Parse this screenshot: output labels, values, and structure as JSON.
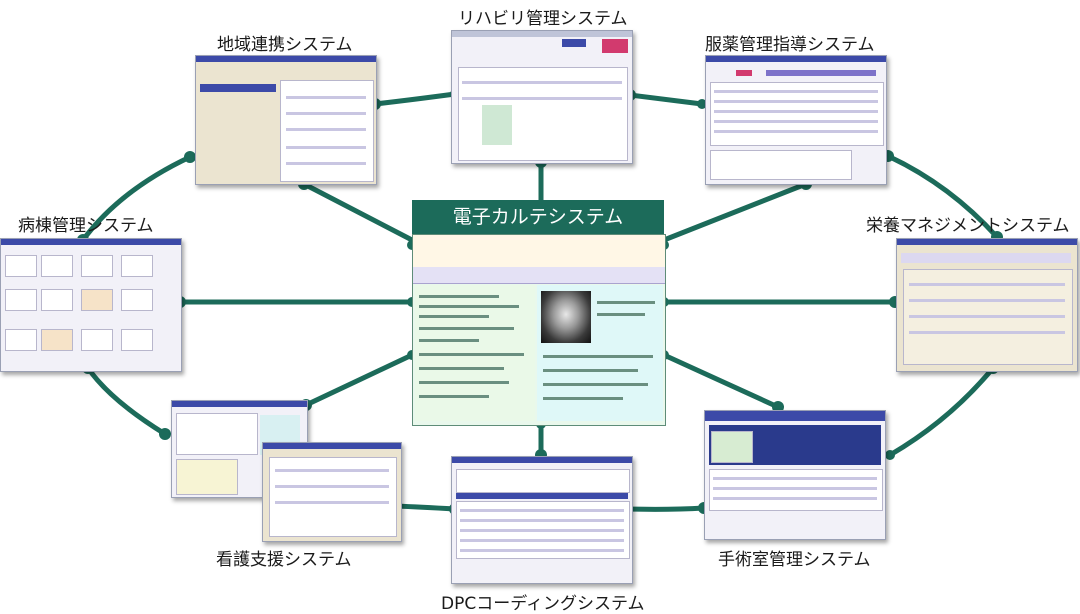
{
  "center": {
    "title": "電子カルテシステム"
  },
  "systems": [
    {
      "id": "chiiki",
      "label": "地域連携システム"
    },
    {
      "id": "rehab",
      "label": "リハビリ管理システム"
    },
    {
      "id": "fukuyaku",
      "label": "服薬管理指導システム"
    },
    {
      "id": "byoto",
      "label": "病棟管理システム"
    },
    {
      "id": "eiyo",
      "label": "栄養マネジメントシステム"
    },
    {
      "id": "kango",
      "label": "看護支援システム"
    },
    {
      "id": "dpc",
      "label": "DPCコーディングシステム"
    },
    {
      "id": "shujutsu",
      "label": "手術室管理システム"
    }
  ],
  "colors": {
    "connector": "#1c6b5a",
    "title_bg": "#1c6b5a",
    "title_text": "#ffffff",
    "screenshot_accent": "#3c4aa8"
  }
}
